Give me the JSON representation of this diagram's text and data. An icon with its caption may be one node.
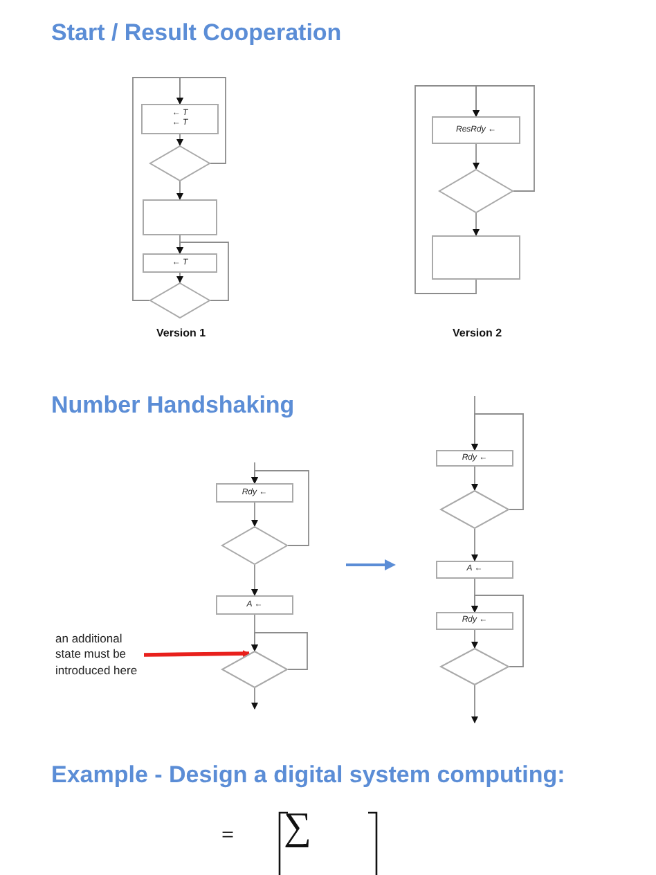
{
  "diagram": {
    "nodes": [
      {
        "text": [
          "← T",
          "← T"
        ]
      },
      {
        "text": [],
        "shape": "diamond"
      },
      {
        "text": [],
        "shape": "box"
      },
      {
        "text": [
          "← T"
        ]
      },
      {
        "text": [],
        "shape": "diamond"
      },
      {
        "text": [
          "ResRdy ←"
        ]
      },
      {
        "text": [],
        "shape": "diamond"
      },
      {
        "text": [],
        "shape": "box"
      },
      {
        "text": [
          "Rdy ←"
        ]
      },
      {
        "text": [],
        "shape": "diamond"
      },
      {
        "text": [
          "A ←"
        ]
      },
      {
        "text": [],
        "shape": "diamond"
      },
      {
        "text": [
          "an additional state must be introduced here"
        ]
      },
      {
        "text": [
          "Rdy ←"
        ]
      },
      {
        "text": [],
        "shape": "diamond"
      },
      {
        "text": [
          "A ←"
        ]
      },
      {
        "text": [
          "Rdy ←"
        ]
      },
      {
        "text": [],
        "shape": "diamond"
      }
    ],
    "edges": [
      {
        "from": 0,
        "to": 1,
        "arrow": "to"
      },
      {
        "from": 1,
        "to": 2,
        "arrow": "to"
      },
      {
        "from": 2,
        "to": 3,
        "arrow": "to"
      },
      {
        "from": 3,
        "to": 4,
        "arrow": "to"
      },
      {
        "from": 1,
        "to": 0,
        "arrow": "to"
      },
      {
        "from": 4,
        "to": 0,
        "arrow": "to"
      },
      {
        "from": 4,
        "to": 3,
        "arrow": "to"
      },
      {
        "from": 5,
        "to": 6,
        "arrow": "to"
      },
      {
        "from": 6,
        "to": 7,
        "arrow": "to"
      },
      {
        "from": 6,
        "to": 5,
        "arrow": "to"
      },
      {
        "from": 7,
        "to": 5,
        "arrow": "to"
      },
      {
        "from": null,
        "to": 8,
        "arrow": "to"
      },
      {
        "from": 8,
        "to": 9,
        "arrow": "to"
      },
      {
        "from": 9,
        "to": 10,
        "arrow": "to"
      },
      {
        "from": 10,
        "to": 11,
        "arrow": "to"
      },
      {
        "from": 11,
        "to": null,
        "arrow": "to"
      },
      {
        "from": 9,
        "to": 8,
        "arrow": "to"
      },
      {
        "from": 11,
        "to": 11,
        "arrow": "to"
      },
      {
        "from": 12,
        "to": 11,
        "arrow": "to",
        "style": "thick",
        "color": "#e8201c"
      },
      {
        "from": null,
        "to": 13,
        "arrow": "to"
      },
      {
        "from": 13,
        "to": 14,
        "arrow": "to"
      },
      {
        "from": 14,
        "to": 15,
        "arrow": "to"
      },
      {
        "from": 15,
        "to": 16,
        "arrow": "to"
      },
      {
        "from": 16,
        "to": 17,
        "arrow": "to"
      },
      {
        "from": 17,
        "to": null,
        "arrow": "to"
      },
      {
        "from": 14,
        "to": 13,
        "arrow": "to"
      },
      {
        "from": 17,
        "to": 16,
        "arrow": "to"
      }
    ],
    "labels": [
      "Start / Result Cooperation",
      "Version 1",
      "Version 2",
      "Number Handshaking",
      "Example - Design a digital system computing:",
      "=",
      "∑"
    ]
  }
}
